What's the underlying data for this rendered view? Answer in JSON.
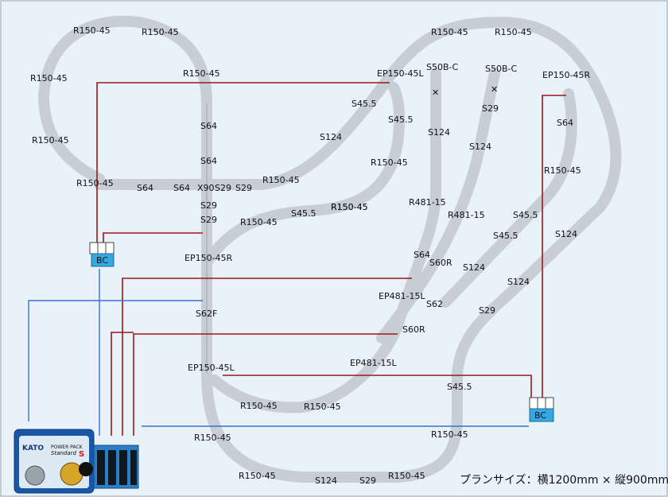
{
  "caption": "プランサイズ：横1200mm × 縦900mm",
  "power_pack": {
    "brand": "KATO",
    "model": "POWER PACK",
    "model_sub": "Standard",
    "model_mark": "S"
  },
  "bc_boxes": [
    {
      "label": "BC"
    },
    {
      "label": "BC"
    }
  ],
  "track_labels": [
    "R150-45",
    "R150-45",
    "R150-45",
    "R150-45",
    "R150-45",
    "R150-45",
    "S64",
    "S64",
    "S64",
    "S64",
    "X90",
    "S29",
    "S29",
    "S29",
    "S29",
    "R150-45",
    "EP150-45L",
    "S45.5",
    "S45.5",
    "S124",
    "R150-45",
    "S45.5",
    "R150-45",
    "R150-45",
    "S50B-C",
    "S50B-C",
    "S29",
    "S124",
    "S124",
    "R150-45",
    "R150-45",
    "EP150-45R",
    "S64",
    "R150-45",
    "R481-15",
    "R481-15",
    "S45.5",
    "S45.5",
    "S64",
    "S60R",
    "S124",
    "S124",
    "S124",
    "EP150-45R",
    "S62F",
    "EP481-15L",
    "S62",
    "S60R",
    "S29",
    "EP481-15L",
    "EP150-45L",
    "R150-45",
    "S45.5",
    "R150-45",
    "R150-45",
    "R150-45",
    "R150-45",
    "R150-45",
    "S124",
    "S29",
    "R150-45"
  ]
}
